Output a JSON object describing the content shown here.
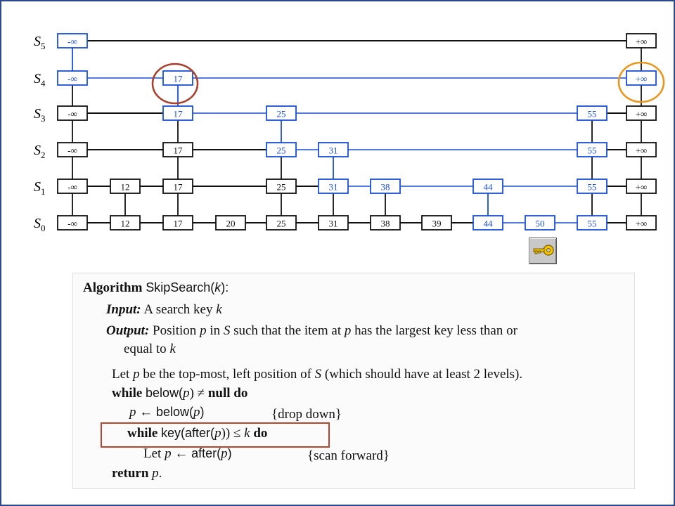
{
  "diagram": {
    "levels": [
      {
        "name": "S",
        "sub": "5",
        "nodes": [
          "-∞",
          "+∞"
        ]
      },
      {
        "name": "S",
        "sub": "4",
        "nodes": [
          "-∞",
          "17",
          "+∞"
        ]
      },
      {
        "name": "S",
        "sub": "3",
        "nodes": [
          "-∞",
          "17",
          "25",
          "55",
          "+∞"
        ]
      },
      {
        "name": "S",
        "sub": "2",
        "nodes": [
          "-∞",
          "17",
          "25",
          "31",
          "55",
          "+∞"
        ]
      },
      {
        "name": "S",
        "sub": "1",
        "nodes": [
          "-∞",
          "12",
          "17",
          "25",
          "31",
          "38",
          "44",
          "55",
          "+∞"
        ]
      },
      {
        "name": "S",
        "sub": "0",
        "nodes": [
          "-∞",
          "12",
          "17",
          "20",
          "25",
          "31",
          "38",
          "39",
          "44",
          "50",
          "55",
          "+∞"
        ]
      }
    ],
    "colors": {
      "search_path": "#1a4fd6",
      "normal": "#111111",
      "circle_17": "#a8402e",
      "circle_inf": "#e8971e",
      "highlight_box": "#b5462e",
      "frame": "#2c4a8a"
    }
  },
  "key_button": {
    "icon": "key-icon"
  },
  "algorithm": {
    "title_kw": "Algorithm",
    "title_fn": "SkipSearch(",
    "title_arg": "k",
    "title_end": "):",
    "input_label": "Input:",
    "input_text": "A search key ",
    "input_var": "k",
    "output_label": "Output:",
    "output_text_1": "Position ",
    "output_var_p": "p",
    "output_text_2": " in ",
    "output_var_s": "S",
    "output_text_3": " such that the item at ",
    "output_var_p2": "p",
    "output_text_4": " has the largest key less than or",
    "output_text_5": "equal to ",
    "output_var_k": "k",
    "let_1": "Let ",
    "let_p": "p",
    "let_2": " be the top-most, left position of ",
    "let_s": "S",
    "let_3": " (which should have at least 2 levels).",
    "while1_kw": "while",
    "while1_fn": "below(",
    "while1_p": "p",
    "while1_mid": ") ≠ ",
    "while1_null": "null",
    "while1_do": "do",
    "assign1_p": "p",
    "assign1_arrow": " ← ",
    "assign1_fn": "below(",
    "assign1_p2": "p",
    "assign1_end": ")",
    "comment1": "{drop down}",
    "while2_kw": "while",
    "while2_fn": "key(after(",
    "while2_p": "p",
    "while2_mid": ")) ≤ ",
    "while2_k": "k",
    "while2_do": "do",
    "let2_1": "Let ",
    "let2_p": "p",
    "let2_arrow": " ← ",
    "let2_fn": "after(",
    "let2_p2": "p",
    "let2_end": ")",
    "comment2": "{scan forward}",
    "return_kw": "return",
    "return_p": "p",
    "return_end": "."
  }
}
